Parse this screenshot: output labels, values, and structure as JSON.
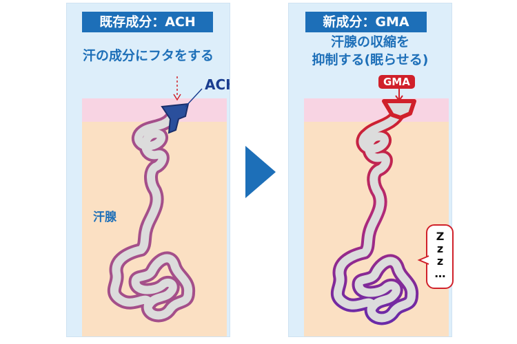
{
  "left_panel": {
    "title": "既存成分：ACH",
    "caption": "汗の成分にフタをする",
    "ach_label": "ACH",
    "gland_label": "汗腺",
    "colors": {
      "title_bg": "#1d6fb8",
      "plug": "#2a4f9c",
      "gland_outline": "#a44f8a"
    }
  },
  "right_panel": {
    "title": "新成分：GMA",
    "caption_line1": "汗腺の収縮を",
    "caption_line2": "抑制する(眠らせる)",
    "gma_label": "GMA",
    "sleep_text": "Zzz…",
    "colors": {
      "title_bg": "#1d6fb8",
      "gma_badge": "#d0202a",
      "gland_outline_top": "#d0202a",
      "gland_outline_bottom": "#6a2aa8"
    }
  },
  "arrow": {
    "direction": "right",
    "color": "#1d6fb8"
  },
  "skin_colors": {
    "epidermis": "#f8d4e3",
    "dermis": "#fbe0c3",
    "background": "#ddeefa"
  }
}
